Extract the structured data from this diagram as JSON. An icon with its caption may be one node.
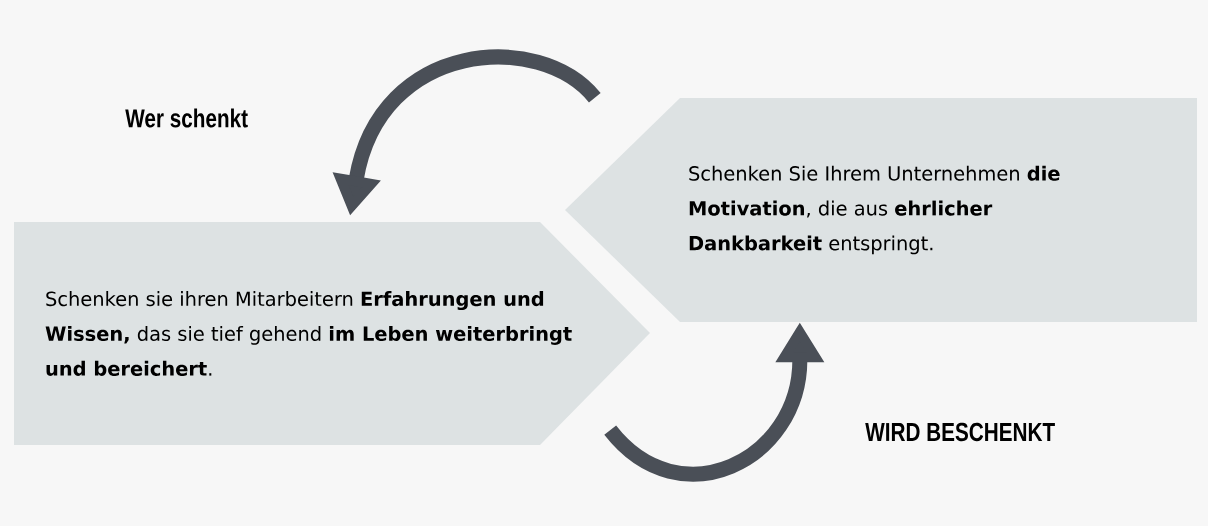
{
  "diagram": {
    "nodes": [
      {
        "text": [
          "Schenken sie ihren Mitarbeitern **Erfahrungen und Wissen,** das sie tief gehend **im Leben weiterbringt und bereichert**."
        ]
      },
      {
        "text": [
          "Schenken Sie Ihrem Unternehmen **die Motivation**, die aus **ehrlicher Dankbarkeit** entspringt."
        ]
      }
    ],
    "edges": [
      {
        "from": 1,
        "to": 0,
        "arrow": "to"
      },
      {
        "from": 0,
        "to": 1,
        "arrow": "to"
      }
    ],
    "labels": [
      "Wer schenkt",
      "WIRD BESCHENKT"
    ]
  }
}
